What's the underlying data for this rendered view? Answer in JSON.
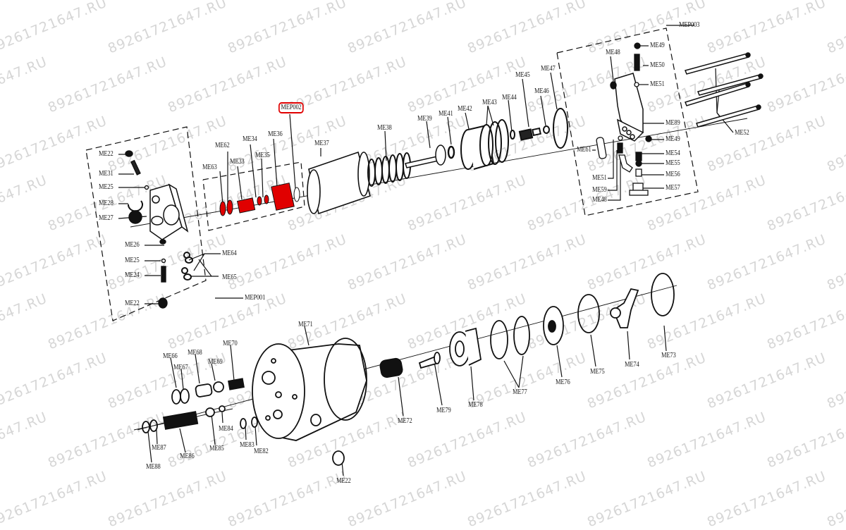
{
  "watermark": "89261721647.RU",
  "colors": {
    "highlight": "#e00000",
    "line": "#111111",
    "watermark": "#d6d6d6"
  },
  "assemblies": {
    "mep001": "MEP001",
    "mep002": "MEP002",
    "mep003": "MEP003"
  },
  "labels": {
    "me22a": "ME22",
    "me31": "ME31",
    "me25a": "ME25",
    "me28": "ME28",
    "me27": "ME27",
    "me26": "ME26",
    "me25b": "ME25",
    "me24": "ME24",
    "me22b": "ME22",
    "me64": "ME64",
    "me65": "ME65",
    "me63": "ME63",
    "me62": "ME62",
    "me33": "ME33",
    "me34": "ME34",
    "me35": "ME35",
    "me36": "ME36",
    "me37": "ME37",
    "me38": "ME38",
    "me39": "ME39",
    "me41": "ME41",
    "me42": "ME42",
    "me43": "ME43",
    "me44": "ME44",
    "me45": "ME45",
    "me46": "ME46",
    "me47": "ME47",
    "me48a": "ME48",
    "me49a": "ME49",
    "me50": "ME50",
    "me51a": "ME51",
    "me89": "ME89",
    "me49b": "ME49",
    "me61": "ME61",
    "me54": "ME54",
    "me55": "ME55",
    "me56": "ME56",
    "me51b": "ME51",
    "me57": "ME57",
    "me59": "ME59",
    "me48b": "ME48",
    "me52": "ME52",
    "me71": "ME71",
    "me66": "ME66",
    "me68": "ME68",
    "me67": "ME67",
    "me69": "ME69",
    "me70": "ME70",
    "me84": "ME84",
    "me85": "ME85",
    "me83": "ME83",
    "me82": "ME82",
    "me87": "ME87",
    "me86": "ME86",
    "me88": "ME88",
    "me22c": "ME22",
    "me72": "ME72",
    "me79": "ME79",
    "me78": "ME78",
    "me77": "ME77",
    "me76": "ME76",
    "me75": "ME75",
    "me74": "ME74",
    "me73": "ME73"
  }
}
